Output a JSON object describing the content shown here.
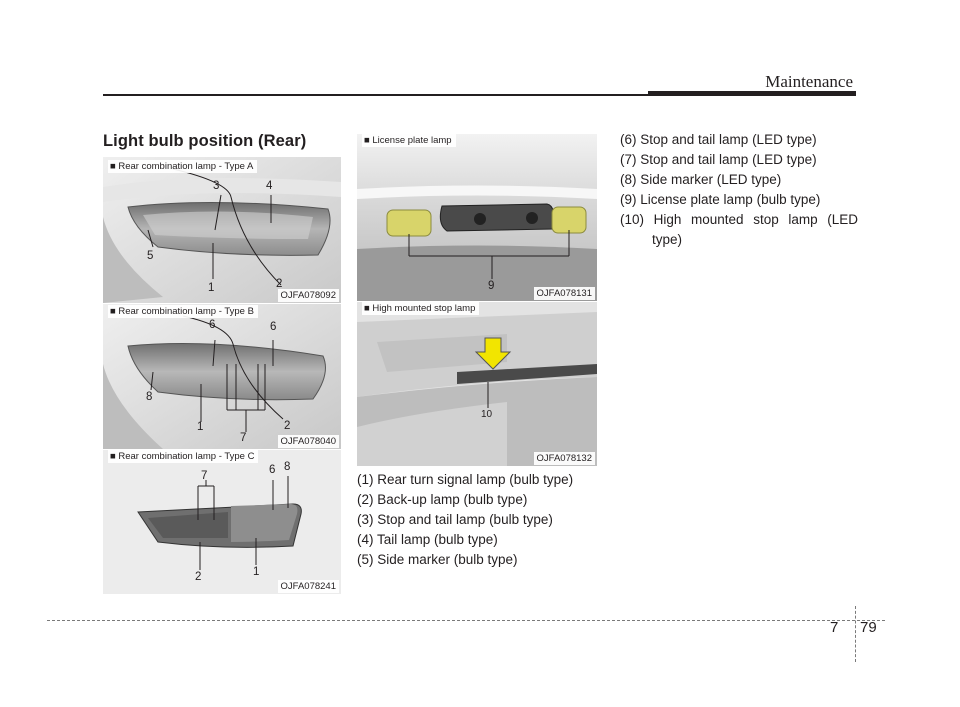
{
  "header": {
    "section": "Maintenance"
  },
  "heading": "Light bulb position (Rear)",
  "panels": {
    "type_a": {
      "caption": "■ Rear combination lamp - Type A",
      "code": "OJFA078092",
      "labels": [
        "3",
        "4",
        "5",
        "1",
        "2"
      ]
    },
    "type_b": {
      "caption": "■ Rear combination lamp - Type B",
      "code": "OJFA078040",
      "labels": [
        "6",
        "6",
        "8",
        "1",
        "7",
        "2"
      ]
    },
    "type_c": {
      "caption": "■ Rear combination lamp - Type C",
      "code": "OJFA078241",
      "labels": [
        "7",
        "6",
        "8",
        "2",
        "1"
      ]
    },
    "license": {
      "caption": "■ License plate lamp",
      "code": "OJFA078131",
      "labels": [
        "9"
      ]
    },
    "high_mount": {
      "caption": "■ High mounted stop lamp",
      "code": "OJFA078132",
      "labels": [
        "10"
      ]
    }
  },
  "list_left": [
    "(1) Rear turn signal lamp (bulb type)",
    "(2) Back-up lamp (bulb type)",
    "(3) Stop and tail lamp (bulb type)",
    "(4) Tail lamp (bulb type)",
    "(5) Side marker (bulb type)"
  ],
  "list_right": [
    "(6) Stop and tail lamp (LED type)",
    "(7) Stop and tail lamp (LED type)",
    "(8) Side marker (LED type)",
    "(9) License plate lamp (bulb type)",
    "(10) High mounted stop lamp (LED type)"
  ],
  "footer": {
    "chapter": "7",
    "page": "79"
  },
  "colors": {
    "highlight_lamp": "#d8d46a",
    "arrow": "#f2e500",
    "rule": "#231f20"
  }
}
